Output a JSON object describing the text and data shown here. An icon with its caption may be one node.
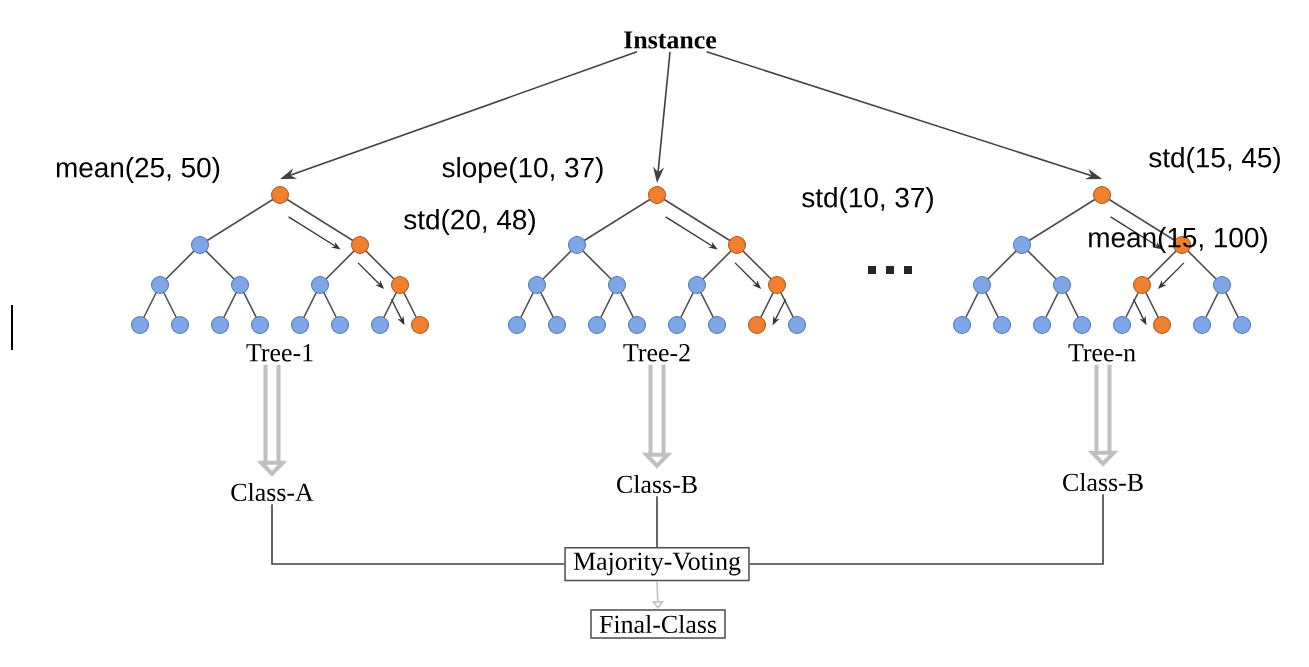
{
  "diagram": {
    "nodes": [
      {
        "text": [
          "Instance"
        ]
      },
      {
        "text": [
          "Tree-1"
        ]
      },
      {
        "text": [
          "Tree-2"
        ]
      },
      {
        "text": [
          "Tree-n"
        ]
      },
      {
        "text": [
          "Class-A"
        ]
      },
      {
        "text": [
          "Class-B"
        ]
      },
      {
        "text": [
          "Class-B"
        ]
      },
      {
        "text": [
          "Majority-Voting"
        ]
      },
      {
        "text": [
          "Final-Class"
        ]
      }
    ],
    "edges": [
      {
        "from": 0,
        "to": 1,
        "arrow": "to"
      },
      {
        "from": 0,
        "to": 2,
        "arrow": "to"
      },
      {
        "from": 0,
        "to": 3,
        "arrow": "to"
      },
      {
        "from": 1,
        "to": 4,
        "arrow": "to",
        "style": "thick",
        "color": "#c0c0c0"
      },
      {
        "from": 2,
        "to": 5,
        "arrow": "to",
        "style": "thick",
        "color": "#c0c0c0"
      },
      {
        "from": 3,
        "to": 6,
        "arrow": "to",
        "style": "thick",
        "color": "#c0c0c0"
      },
      {
        "from": 4,
        "to": 7,
        "arrow": "none"
      },
      {
        "from": 5,
        "to": 7,
        "arrow": "none"
      },
      {
        "from": 6,
        "to": 7,
        "arrow": "none"
      },
      {
        "from": 7,
        "to": 8,
        "arrow": "to",
        "color": "#c0c0c0"
      }
    ],
    "labels": [
      "mean(25, 50)",
      "slope(10, 37)",
      "std(20, 48)",
      "std(10, 37)",
      "std(15, 45)",
      "mean(15, 100)"
    ]
  }
}
